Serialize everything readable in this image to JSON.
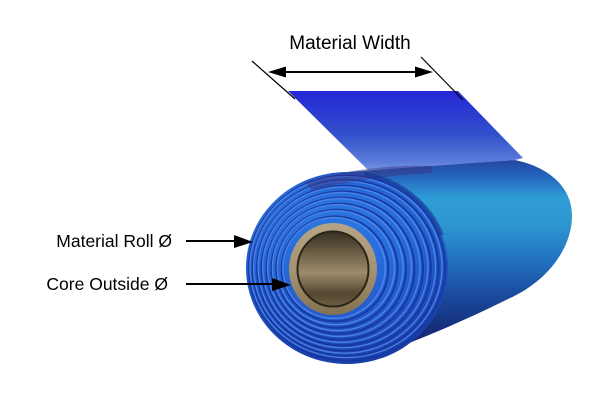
{
  "diagram": {
    "name": "material-roll-dimension-diagram",
    "labels": {
      "material_width": "Material Width",
      "material_roll_diameter": "Material Roll Ø",
      "core_outside_diameter": "Core Outside Ø"
    },
    "colors": {
      "background": "#FFFFFF",
      "annotation": "#000000",
      "sheet_top": "#2424D8",
      "sheet_mid": "#3150CB",
      "sheet_edge": "#7D99E4",
      "cylinder_top": "#223E9A",
      "cylinder_highlight": "#2F9DD6",
      "cylinder_mid": "#2478C4",
      "cylinder_shadow": "#1B4FA2",
      "cylinder_bottom": "#121D5F",
      "face_center": "#2F72EA",
      "face_edge": "#173C9E",
      "ring_groove": "#16379E",
      "ring_highlight": "#5B97F5",
      "core_tube_light": "#B5A487",
      "core_tube_dark": "#83704F",
      "core_hole_dark": "#352E22",
      "core_hole_light": "#9D8B6B"
    }
  }
}
